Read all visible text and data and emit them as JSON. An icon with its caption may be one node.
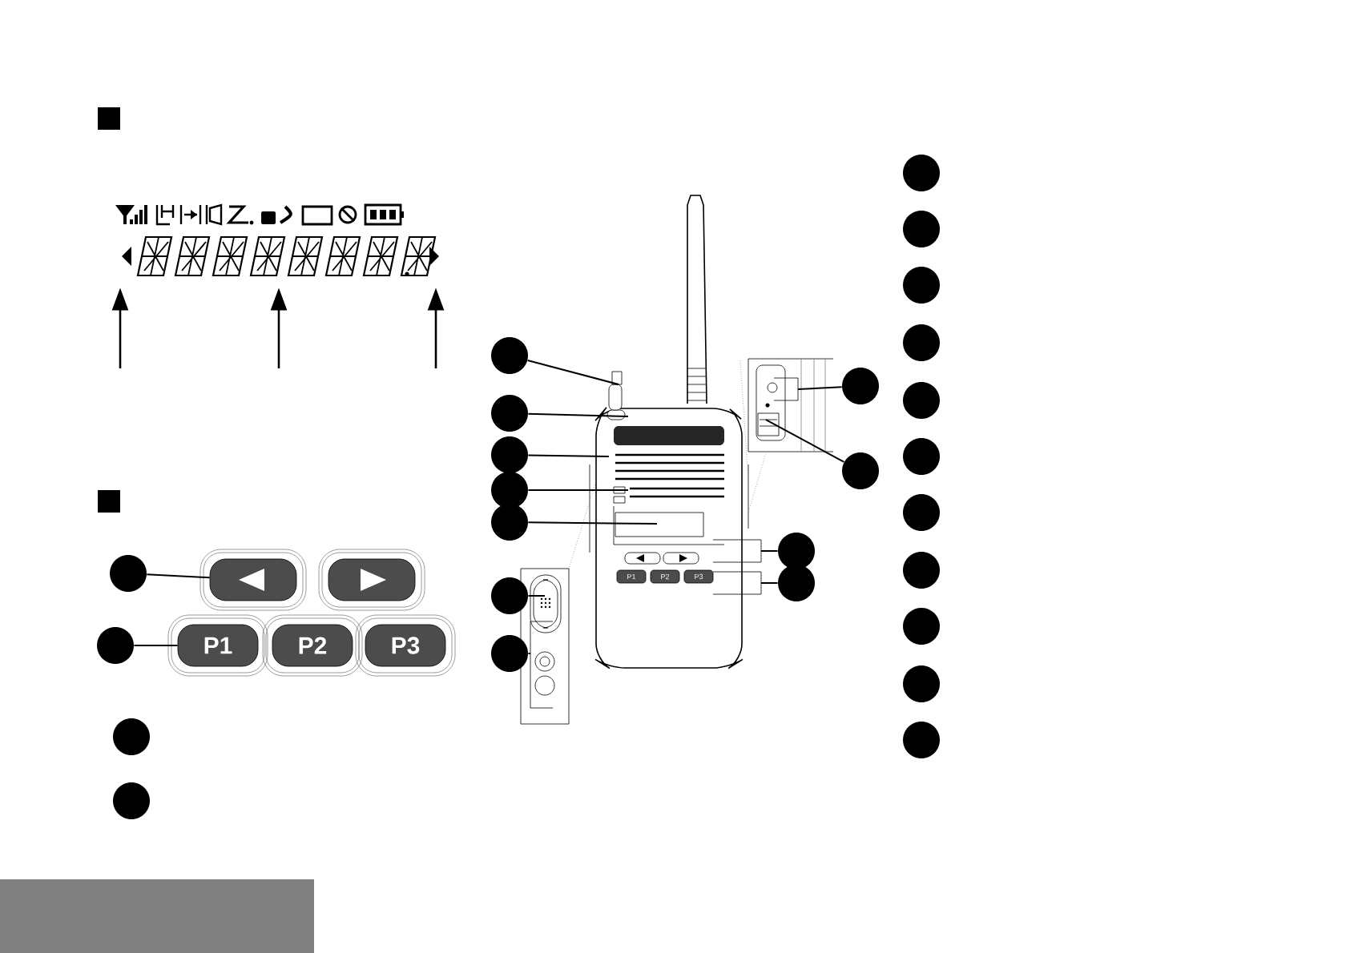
{
  "diagram": {
    "nodes": [
      {
        "text": [],
        "shape": "picture"
      },
      {
        "text": [],
        "shape": "box"
      },
      {
        "text": [],
        "shape": "box"
      },
      {
        "text": [
          "P1"
        ]
      },
      {
        "text": [
          "P2"
        ]
      },
      {
        "text": [
          "P3"
        ]
      },
      {
        "text": [],
        "shape": "circle"
      },
      {
        "text": [],
        "shape": "circle"
      },
      {
        "text": [],
        "shape": "circle"
      },
      {
        "text": [],
        "shape": "circle"
      },
      {
        "text": [],
        "shape": "picture"
      },
      {
        "text": [],
        "shape": "picture"
      },
      {
        "text": [],
        "shape": "picture"
      },
      {
        "text": [],
        "shape": "circle"
      },
      {
        "text": [],
        "shape": "circle"
      },
      {
        "text": [],
        "shape": "circle"
      },
      {
        "text": [],
        "shape": "circle"
      },
      {
        "text": [],
        "shape": "circle"
      },
      {
        "text": [],
        "shape": "circle"
      },
      {
        "text": [],
        "shape": "circle"
      },
      {
        "text": [],
        "shape": "circle"
      },
      {
        "text": [],
        "shape": "circle"
      },
      {
        "text": [],
        "shape": "circle"
      },
      {
        "text": [],
        "shape": "circle"
      },
      {
        "text": [],
        "shape": "circle"
      },
      {
        "text": [],
        "shape": "circle"
      },
      {
        "text": [],
        "shape": "circle"
      },
      {
        "text": [],
        "shape": "circle"
      },
      {
        "text": [],
        "shape": "circle"
      },
      {
        "text": [],
        "shape": "circle"
      },
      {
        "text": [],
        "shape": "circle"
      },
      {
        "text": [],
        "shape": "circle"
      },
      {
        "text": [],
        "shape": "circle"
      },
      {
        "text": [],
        "shape": "circle"
      },
      {
        "text": [],
        "shape": "circle"
      }
    ],
    "edges": [
      {
        "from": null,
        "to": 0,
        "arrow": "to"
      },
      {
        "from": null,
        "to": 0,
        "arrow": "to"
      },
      {
        "from": null,
        "to": 0,
        "arrow": "to"
      },
      {
        "from": 6,
        "to": 1,
        "arrow": "none"
      },
      {
        "from": 7,
        "to": 3,
        "arrow": "none"
      },
      {
        "from": 13,
        "to": 10,
        "arrow": "none"
      },
      {
        "from": 14,
        "to": 10,
        "arrow": "none"
      },
      {
        "from": 15,
        "to": 10,
        "arrow": "none"
      },
      {
        "from": 16,
        "to": 10,
        "arrow": "none"
      },
      {
        "from": 17,
        "to": 10,
        "arrow": "none"
      },
      {
        "from": 18,
        "to": 11,
        "arrow": "none"
      },
      {
        "from": 19,
        "to": 11,
        "arrow": "none"
      },
      {
        "from": 20,
        "to": 12,
        "arrow": "none"
      },
      {
        "from": 21,
        "to": 12,
        "arrow": "none"
      },
      {
        "from": 22,
        "to": 10,
        "arrow": "none"
      },
      {
        "from": 23,
        "to": 10,
        "arrow": "none"
      }
    ],
    "labels": [
      "P1",
      "P2",
      "P3"
    ]
  }
}
